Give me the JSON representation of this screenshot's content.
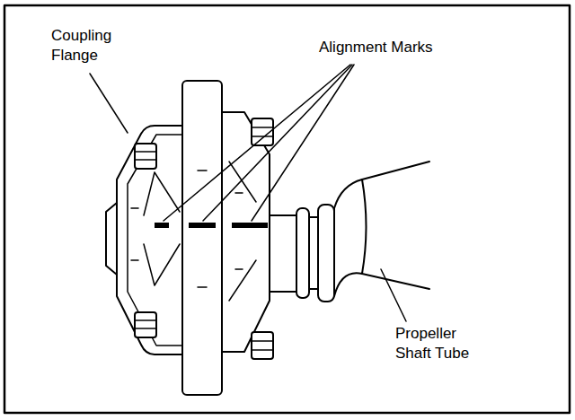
{
  "diagram": {
    "labels": [
      "Coupling Flange",
      "Alignment Marks",
      "Propeller Shaft Tube"
    ]
  }
}
